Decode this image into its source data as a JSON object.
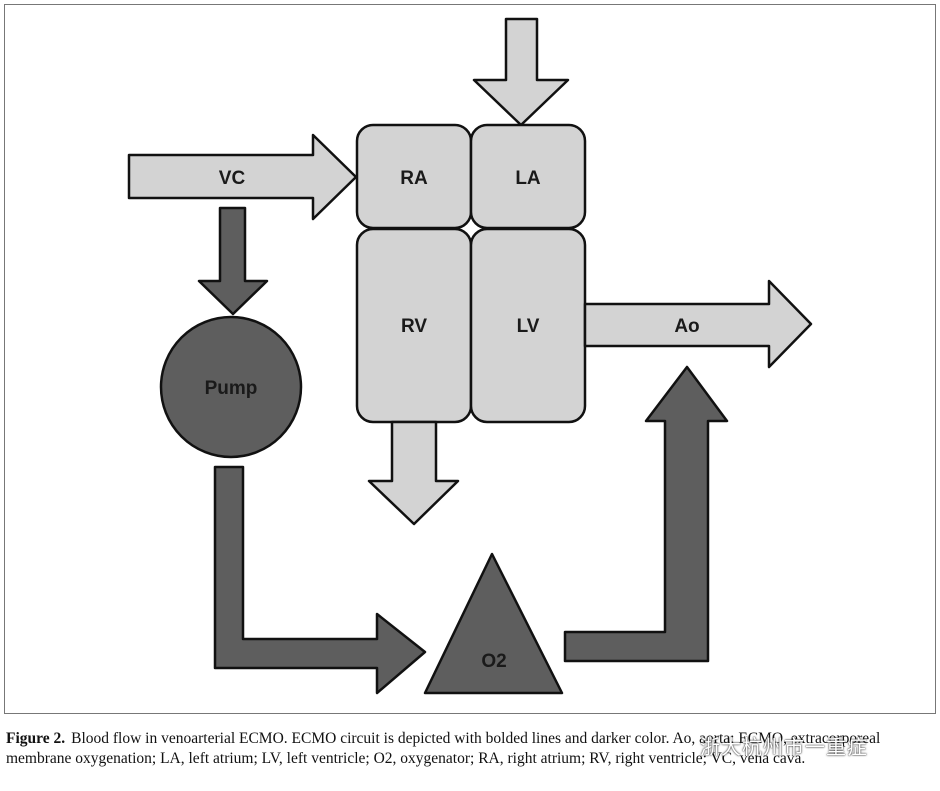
{
  "diagram": {
    "nodes": {
      "vc": "VC",
      "ra": "RA",
      "la": "LA",
      "rv": "RV",
      "lv": "LV",
      "ao": "Ao",
      "pump": "Pump",
      "oxygenator": "O2"
    }
  },
  "caption": {
    "label": "Figure 2.",
    "text": "Blood flow in venoarterial ECMO. ECMO circuit is depicted with bolded lines and darker color. Ao, aorta; ECMO, extracorporeal membrane oxygenation; LA, left atrium; LV, left ventricle; O2, oxygenator; RA, right atrium; RV, right ventricle; VC, vena cava."
  },
  "watermark": "浙大杭州市一重症",
  "colors": {
    "native_flow": "#d3d3d3",
    "ecmo_circuit": "#5e5e5e",
    "outline": "#111111"
  }
}
